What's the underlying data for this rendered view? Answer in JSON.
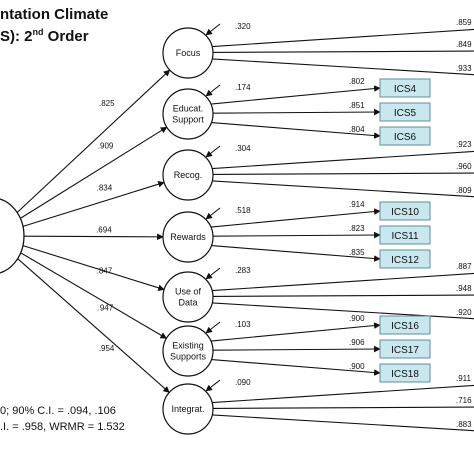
{
  "title": {
    "line1": "ntation Climate",
    "line2_pre": "S): 2",
    "line2_sup": "nd",
    "line2_post": " Order"
  },
  "fit": {
    "line1": "0; 90% C.I. = .094, .106",
    "line2": ".I. = .958, WRMR = 1.532"
  },
  "factors": [
    {
      "lines": [
        "Focus"
      ],
      "loading": ".825",
      "residual": ".320",
      "indicators": [],
      "offpage_loadings": [
        ".859",
        ".849",
        ".933"
      ]
    },
    {
      "lines": [
        "Educat.",
        "Support"
      ],
      "loading": ".909",
      "residual": ".174",
      "indicators": [
        {
          "label": "ICS4",
          "loading": ".802"
        },
        {
          "label": "ICS5",
          "loading": ".851"
        },
        {
          "label": "ICS6",
          "loading": ".804"
        }
      ],
      "offpage_loadings": []
    },
    {
      "lines": [
        "Recog."
      ],
      "loading": ".834",
      "residual": ".304",
      "indicators": [],
      "offpage_loadings": [
        ".923",
        ".960",
        ".809"
      ]
    },
    {
      "lines": [
        "Rewards"
      ],
      "loading": ".694",
      "residual": ".518",
      "indicators": [
        {
          "label": "ICS10",
          "loading": ".914"
        },
        {
          "label": "ICS11",
          "loading": ".823"
        },
        {
          "label": "ICS12",
          "loading": ".835"
        }
      ],
      "offpage_loadings": []
    },
    {
      "lines": [
        "Use of",
        "Data"
      ],
      "loading": ".847",
      "residual": ".283",
      "indicators": [],
      "offpage_loadings": [
        ".887",
        ".948",
        ".920"
      ]
    },
    {
      "lines": [
        "Existing",
        "Supports"
      ],
      "loading": ".947",
      "residual": ".103",
      "indicators": [
        {
          "label": "ICS16",
          "loading": ".900"
        },
        {
          "label": "ICS17",
          "loading": ".906"
        },
        {
          "label": "ICS18",
          "loading": ".900"
        }
      ],
      "offpage_loadings": []
    },
    {
      "lines": [
        "Integrat."
      ],
      "loading": ".954",
      "residual": ".090",
      "indicators": [],
      "offpage_loadings": [
        ".911",
        ".716",
        ".883"
      ]
    }
  ],
  "colors": {
    "indicator_fill": "#c9e7ee",
    "indicator_stroke": "#5f8f99",
    "line": "#111111"
  }
}
